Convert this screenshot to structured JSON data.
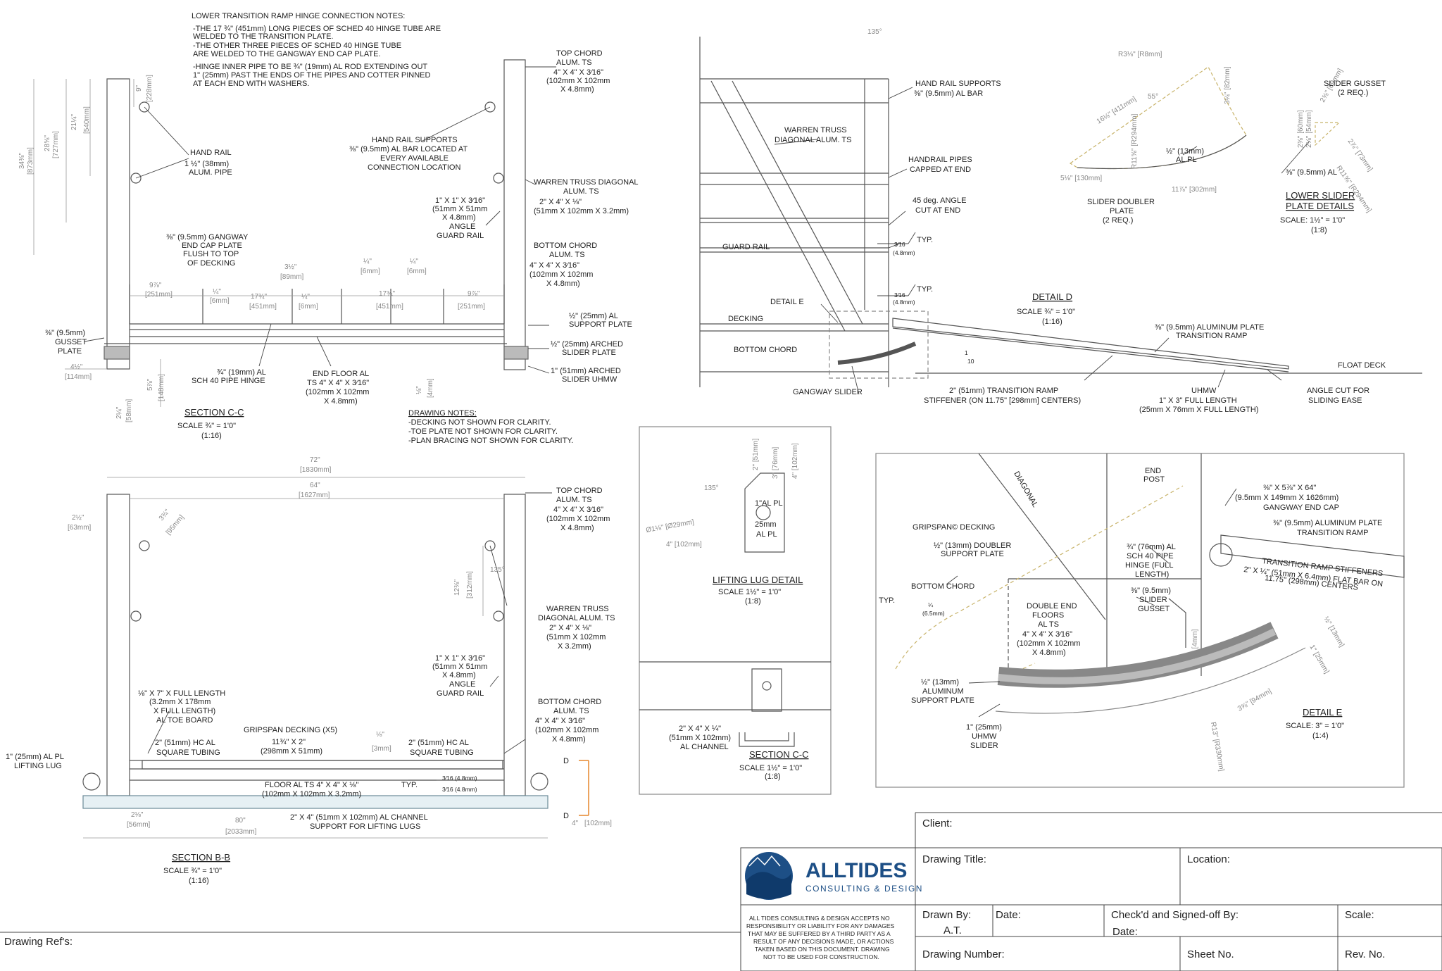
{
  "section_cc": {
    "title": "SECTION C-C",
    "scale": "SCALE ¾\" = 1'0\"",
    "ratio": "(1:16)",
    "hinge_notes": [
      "LOWER TRANSITION RAMP HINGE CONNECTION NOTES:",
      "-THE 17 ¾\" (451mm) LONG PIECES OF SCHED 40 HINGE TUBE ARE",
      "WELDED TO THE TRANSITION PLATE.",
      "-THE OTHER THREE PIECES OF SCHED 40 HINGE TUBE",
      "ARE WELDED TO THE GANGWAY END CAP PLATE.",
      "-HINGE INNER PIPE TO BE ¾\" (19mm) AL ROD EXTENDING OUT",
      "1\" (25mm) PAST THE ENDS OF THE PIPES AND COTTER PINNED",
      "AT EACH END WITH WASHERS."
    ],
    "top_chord": [
      "TOP CHORD",
      "ALUM. TS",
      "4\" X 4\" X 3⁄16\"",
      "(102mm X 102mm",
      "X 4.8mm)"
    ],
    "hand_rail": [
      "HAND RAIL",
      "1 ½\" (38mm)",
      "ALUM. PIPE"
    ],
    "hand_rail_supports": [
      "HAND RAIL SUPPORTS",
      "⅜\" (9.5mm) AL BAR LOCATED AT",
      "EVERY AVAILABLE",
      "CONNECTION LOCATION"
    ],
    "warren_truss": [
      "WARREN TRUSS DIAGONAL",
      "ALUM. TS",
      "2\" X 4\" X ⅛\"",
      "(51mm X 102mm X 3.2mm)"
    ],
    "angle_guard": [
      "1\" X 1\" X 3⁄16\"",
      "(51mm X 51mm",
      "X 4.8mm)",
      "ANGLE",
      "GUARD RAIL"
    ],
    "end_cap": [
      "⅜\" (9.5mm) GANGWAY",
      "END CAP PLATE",
      "FLUSH TO TOP",
      "OF DECKING"
    ],
    "bottom_chord": [
      "BOTTOM CHORD",
      "ALUM. TS",
      "4\" X 4\" X 3⁄16\"",
      "(102mm X 102mm",
      "X 4.8mm)"
    ],
    "support_plate": [
      "½\" (25mm) AL",
      "SUPPORT PLATE"
    ],
    "arched_slider_plate": [
      "½\" (25mm) ARCHED",
      "SLIDER PLATE"
    ],
    "arched_slider_uhmw": [
      "1\" (51mm) ARCHED",
      "SLIDER UHMW"
    ],
    "gusset": [
      "⅜\" (9.5mm)",
      "GUSSET",
      "PLATE"
    ],
    "pipe_hinge": [
      "¾\" (19mm) AL",
      "SCH 40 PIPE HINGE"
    ],
    "end_floor": [
      "END FLOOR AL",
      "TS 4\" X 4\" X 3⁄16\"",
      "(102mm X 102mm",
      "X 4.8mm)"
    ],
    "drawing_notes": [
      "DRAWING NOTES:",
      "-DECKING NOT SHOWN FOR CLARITY.",
      "-TOE PLATE NOT SHOWN FOR CLARITY.",
      "-PLAN BRACING NOT SHOWN FOR CLARITY."
    ],
    "dims": {
      "overall": [
        "34⅜\"",
        "[873mm]"
      ],
      "rail": [
        "28⅝\"",
        "[727mm]"
      ],
      "upper": [
        "21¼\"",
        "[540mm]"
      ],
      "top": [
        "9\"",
        "[228mm]"
      ],
      "d1": [
        "9⅞\"",
        "[251mm]"
      ],
      "d2": [
        "¼\"",
        "[6mm]"
      ],
      "d3": [
        "17¾\"",
        "[451mm]"
      ],
      "d4": [
        "3½\"",
        "[89mm]"
      ],
      "d5": [
        "¼\"",
        "[6mm]"
      ],
      "d6": [
        "¼\"",
        "[6mm]"
      ],
      "d7": [
        "¼\"",
        "[6mm]"
      ],
      "d8": [
        "17¾\"",
        "[451mm]"
      ],
      "d9": [
        "9⅞\"",
        "[251mm]"
      ],
      "b1": [
        "4½\"",
        "[114mm]"
      ],
      "b2": [
        "5⅞\"",
        "[148mm]"
      ],
      "b3": [
        "2¼\"",
        "[58mm]"
      ],
      "b4": [
        "⅛\"",
        "[4mm]"
      ]
    }
  },
  "detail_d": {
    "title": "DETAIL D",
    "scale": "SCALE ¾\" = 1'0\"",
    "ratio": "(1:16)",
    "hand_rail_supports": [
      "HAND RAIL SUPPORTS",
      "⅜\" (9.5mm) AL BAR"
    ],
    "warren": [
      "WARREN TRUSS",
      "DIAGONAL ALUM. TS"
    ],
    "handrail_pipes": [
      "HANDRAIL PIPES",
      "CAPPED AT END"
    ],
    "angle_cut": [
      "45 deg. ANGLE",
      "CUT AT END"
    ],
    "guard_rail": "GUARD RAIL",
    "typ": "TYP.",
    "weld": "3⁄16",
    "weld_mm": "(4.8mm)",
    "detail_e": "DETAIL E",
    "decking": "DECKING",
    "bottom_chord": "BOTTOM CHORD",
    "gangway_slider": "GANGWAY SLIDER",
    "aluminum_plate": [
      "⅜\" (9.5mm) ALUMINUM PLATE",
      "TRANSITION RAMP"
    ],
    "float_deck": "FLOAT DECK",
    "stiffener": [
      "2\" (51mm) TRANSITION RAMP",
      "STIFFENER (ON 11.75\" [298mm] CENTERS)"
    ],
    "uhmw": [
      "UHMW",
      "1\" X 3\" FULL LENGTH",
      "(25mm X 76mm X FULL LENGTH)"
    ],
    "angle_sliding": [
      "ANGLE CUT FOR",
      "SLIDING EASE"
    ],
    "slope_1": "1",
    "slope_10": "10",
    "angle": "135°"
  },
  "slider": {
    "title": "LOWER SLIDER",
    "title2": "PLATE DETAILS",
    "scale": "SCALE: 1½\" = 1'0\"",
    "ratio": "(1:8)",
    "doubler": [
      "SLIDER DOUBLER",
      "PLATE",
      "(2 REQ.)"
    ],
    "al_pl": [
      "½\" (13mm)",
      "AL PL"
    ],
    "gusset": [
      "SLIDER GUSSET",
      "(2 REQ.)"
    ],
    "gusset_al": "⅜\" (9.5mm) AL",
    "dims": [
      "R3⅛\" [R8mm]",
      "16⅛\" [411mm]",
      "55°",
      "3¼\" [82mm]",
      "R11⅝\" [R294mm]",
      "5⅛\" [130mm]",
      "11⅞\" [302mm]",
      "2⅜\" [60mm]",
      "2⅛\" [54mm]",
      "2⅞\" [73mm]",
      "R11⅝\" [R294mm]",
      "2⅝\" [69mm]"
    ]
  },
  "lifting_lug": {
    "title": "LIFTING LUG DETAIL",
    "scale": "SCALE 1½\" = 1'0\"",
    "ratio": "(1:8)",
    "plate": [
      "1\"AL PL",
      "25mm",
      "AL PL"
    ],
    "dims": [
      "2\" [51mm]",
      "3\" [76mm]",
      "4\" [102mm]",
      "Ø1⅛\" [Ø29mm]",
      "4\" [102mm]",
      "135°"
    ],
    "channel": [
      "2\" X 4\" X ¼\"",
      "(51mm X 102mm)",
      "AL CHANNEL"
    ],
    "section_title": "SECTION C-C",
    "section_scale": "SCALE 1½\" = 1'0\"",
    "section_ratio": "(1:8)"
  },
  "detail_e": {
    "title": "DETAIL E",
    "scale": "SCALE: 3\" = 1'0\"",
    "ratio": "(1:4)",
    "diagonal": "DIAGONAL",
    "end_post": [
      "END",
      "POST"
    ],
    "end_cap": [
      "⅜\" X 5⅞\" X 64\"",
      "(9.5mm X 149mm X 1626mm)",
      "GANGWAY END CAP"
    ],
    "aluminum_plate": [
      "⅜\" (9.5mm) ALUMINUM PLATE",
      "TRANSITION RAMP"
    ],
    "gripspan": "GRIPSPAN© DECKING",
    "doubler": [
      "½\" (13mm) DOUBLER",
      "SUPPORT PLATE"
    ],
    "hinge": [
      "¾\" (76mm) AL",
      "SCH 40 PIPE",
      "HINGE (FULL",
      "LENGTH)"
    ],
    "stiffeners": [
      "TRANSITION RAMP STIFFENERS",
      "2\" X ¼\" (51mm X 6.4mm) FLAT BAR ON",
      "11.75\" (298mm) CENTERS"
    ],
    "bottom_chord": "BOTTOM CHORD",
    "typ": "TYP.",
    "weld": "¼",
    "weld_mm": "(6.5mm)",
    "floors": [
      "DOUBLE END",
      "FLOORS",
      "AL TS",
      "4\" X 4\" X 3⁄16\"",
      "(102mm X 102mm",
      "X 4.8mm)"
    ],
    "gusset": [
      "⅜\" (9.5mm)",
      "SLIDER",
      "GUSSET"
    ],
    "support_plate": [
      "½\" (13mm)",
      "ALUMINUM",
      "SUPPORT PLATE"
    ],
    "uhmw": [
      "1\" (25mm)",
      "UHMW",
      "SLIDER"
    ],
    "dims": [
      "⅛\" [4mm]",
      "½\" [13mm]",
      "1\" [25mm]",
      "3⅝\" [94mm]",
      "R13\" [R330mm]"
    ]
  },
  "section_bb": {
    "title": "SECTION B-B",
    "scale": "SCALE ¾\" = 1'0\"",
    "ratio": "(1:16)",
    "top_chord": [
      "TOP CHORD",
      "ALUM. TS",
      "4\" X 4\" X 3⁄16\"",
      "(102mm X 102mm",
      "X 4.8mm)"
    ],
    "warren": [
      "WARREN TRUSS",
      "DIAGONAL ALUM. TS",
      "2\" X 4\" X ⅛\"",
      "(51mm X 102mm",
      "X 3.2mm)"
    ],
    "angle_guard": [
      "1\" X 1\" X 3⁄16\"",
      "(51mm X 51mm",
      "X 4.8mm)",
      "ANGLE",
      "GUARD RAIL"
    ],
    "bottom_chord": [
      "BOTTOM CHORD",
      "ALUM. TS",
      "4\" X 4\" X 3⁄16\"",
      "(102mm X 102mm",
      "X 4.8mm)"
    ],
    "toe_board": [
      "⅛\" X 7\" X FULL LENGTH",
      "(3.2mm X 178mm",
      "X FULL LENGTH)",
      "AL TOE BOARD"
    ],
    "gripspan": [
      "GRIPSPAN DECKING (X5)",
      "11¾\" X 2\"",
      "(298mm X 51mm)"
    ],
    "square_tubing_l": [
      "2\" (51mm) HC AL",
      "SQUARE TUBING"
    ],
    "square_tubing_r": [
      "2\" (51mm) HC AL",
      "SQUARE TUBING"
    ],
    "lifting_lug": [
      "1\" (25mm) AL PL",
      "LIFTING LUG"
    ],
    "floor": [
      "FLOOR AL TS 4\" X 4\" X ⅛\"",
      "(102mm X 102mm X 3.2mm)"
    ],
    "channel": [
      "2\" X 4\" (51mm X 102mm) AL CHANNEL",
      "SUPPORT FOR LIFTING LUGS"
    ],
    "typ": "TYP.",
    "weld": "3⁄16 (4.8mm)",
    "marker": "D",
    "dims": {
      "overall": [
        "72\"",
        "[1830mm]"
      ],
      "inner": [
        "64\"",
        "[1627mm]"
      ],
      "post": [
        "2½\"",
        "[63mm]"
      ],
      "rail": [
        "3¾\"",
        "[95mm]"
      ],
      "height": [
        "12⅜\"",
        "[312mm]"
      ],
      "angle": "135°",
      "gap": [
        "⅛\"",
        "[3mm]"
      ],
      "bottom": [
        "80\"",
        "[2033mm]"
      ],
      "left": [
        "2⅛\"",
        "[56mm]"
      ],
      "right": [
        "4\"",
        "[102mm]"
      ]
    }
  },
  "title_block": {
    "client": "Client:",
    "drawing_title": "Drawing Title:",
    "location": "Location:",
    "drawn_by": "Drawn By:",
    "drawn_by_value": "A.T.",
    "date": "Date:",
    "checked": "Check'd and Signed-off By:",
    "checked_date": "Date:",
    "scale": "Scale:",
    "drawing_number": "Drawing Number:",
    "sheet": "Sheet No.",
    "rev": "Rev. No.",
    "drawing_refs": "Drawing Ref's:",
    "brand_bold": "ALLTIDES",
    "brand_sub": "CONSULTING & DESIGN",
    "disclaimer": [
      "ALL TIDES CONSULTING & DESIGN ACCEPTS NO",
      "RESPONSIBILITY OR LIABILITY FOR ANY DAMAGES",
      "THAT MAY BE SUFFERED BY A THIRD PARTY AS A",
      "RESULT OF ANY DECISIONS MADE, OR ACTIONS",
      "TAKEN BASED ON THIS DOCUMENT. DRAWING",
      "NOT TO BE USED FOR CONSTRUCTION."
    ],
    "brand_color": "#1d4f86"
  }
}
